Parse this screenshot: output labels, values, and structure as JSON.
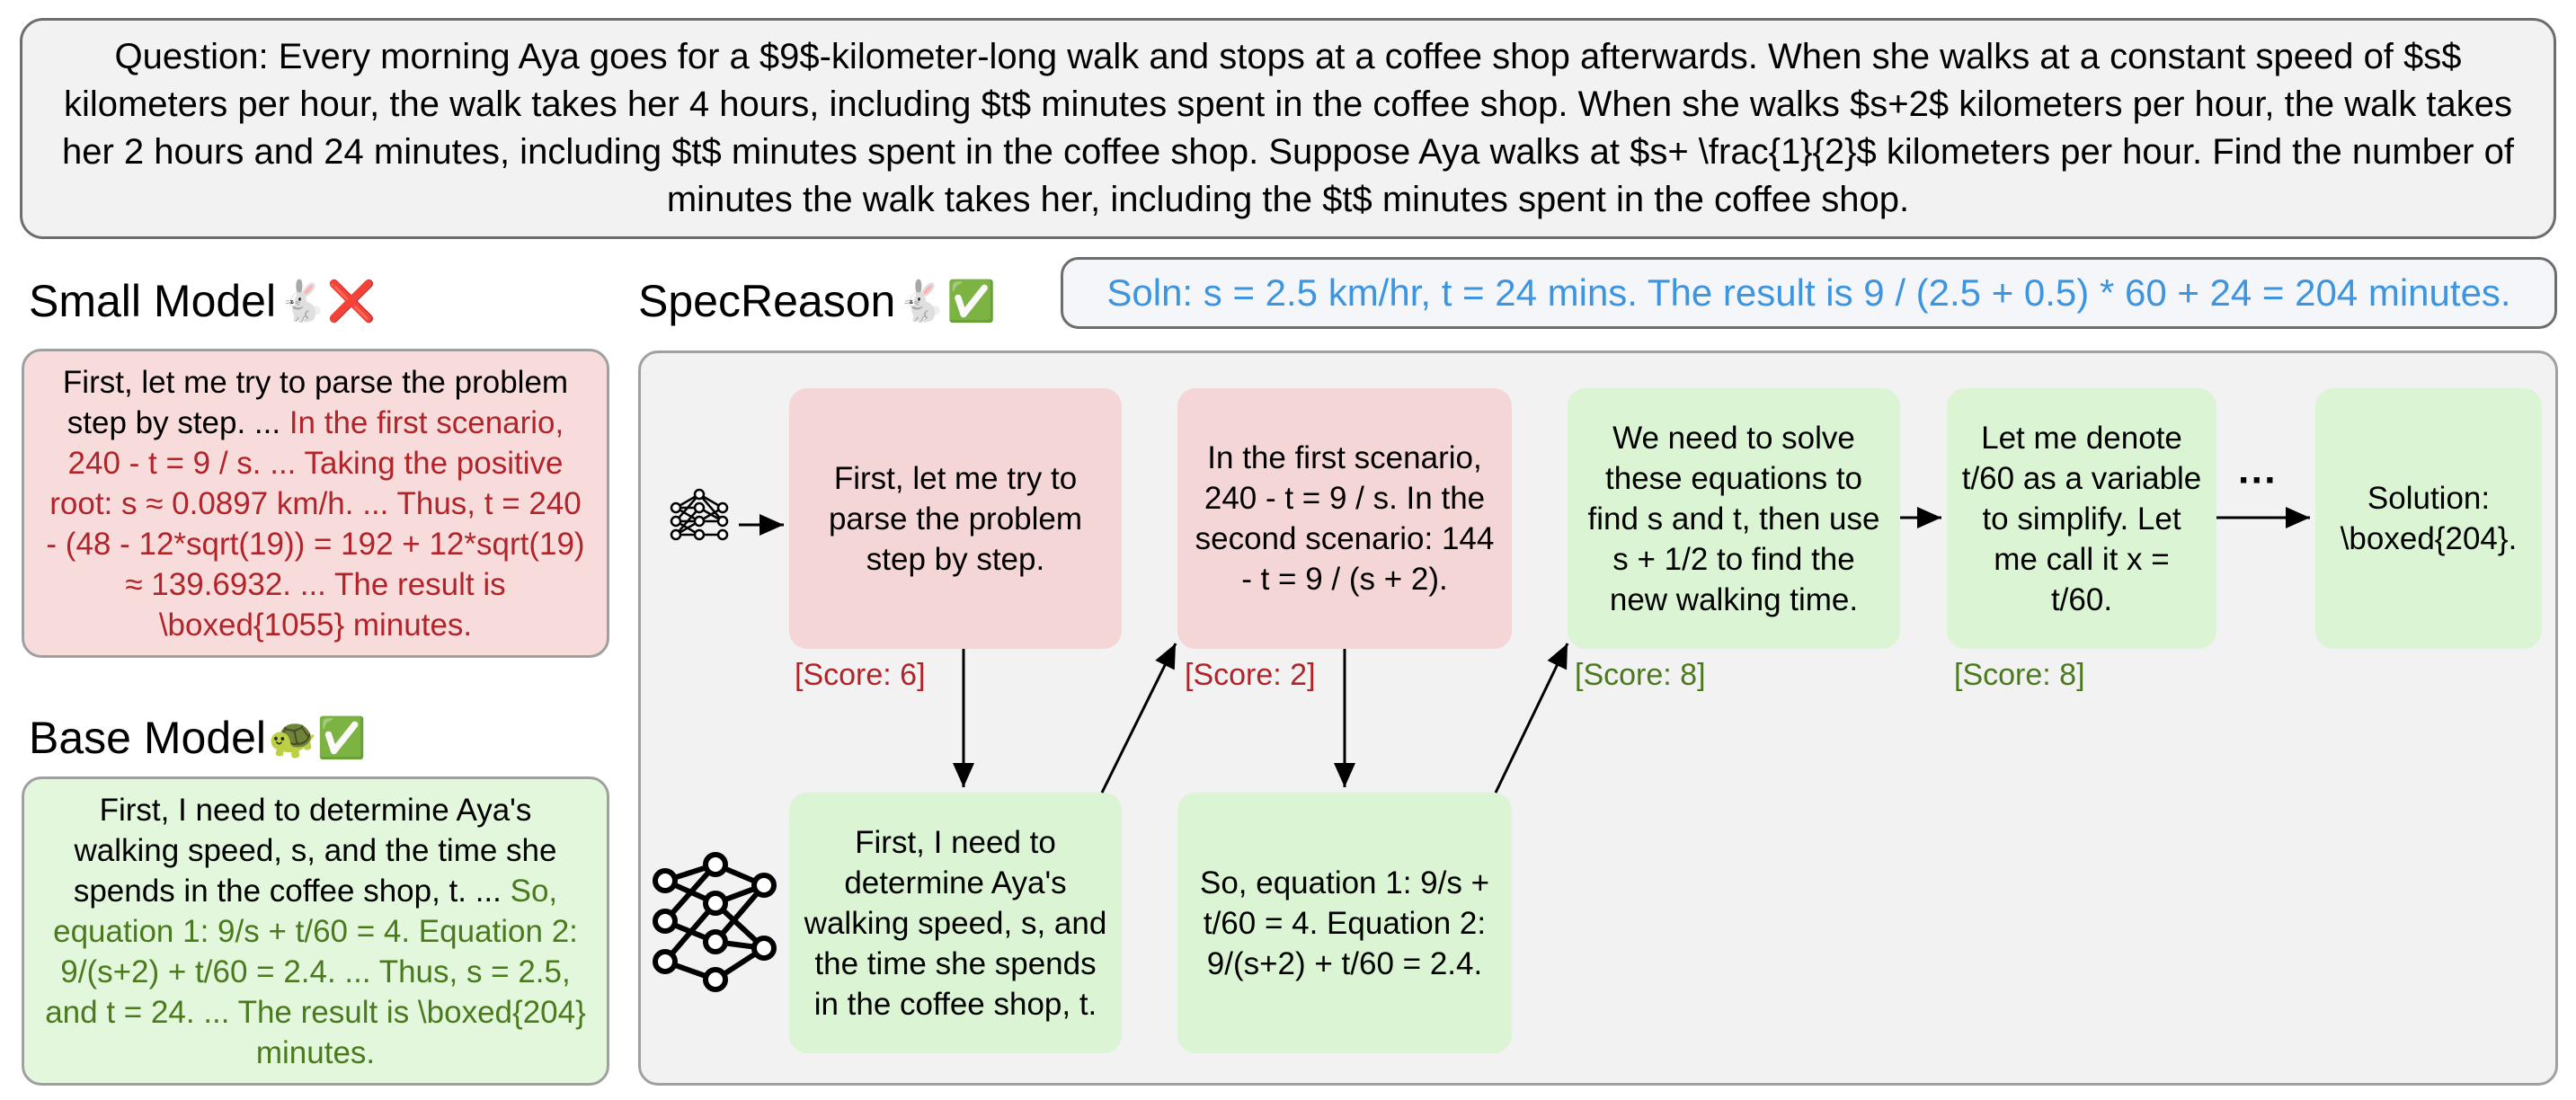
{
  "question": "Question: Every morning Aya goes for a $9$-kilometer-long walk and stops at a coffee shop afterwards. When she walks at a constant speed of $s$ kilometers per hour, the walk takes her 4 hours, including $t$ minutes spent in the coffee shop. When she walks $s+2$ kilometers per hour, the walk takes her 2 hours and 24 minutes, including $t$ minutes spent in the coffee shop. Suppose Aya walks at $s+ \\frac{1}{2}$ kilometers per hour. Find the number of minutes the walk takes her, including the $t$ minutes spent in the coffee shop.",
  "small_model": {
    "title": "Small Model",
    "emoji": "🐇❌",
    "text_plain": "First, let me try to parse the problem step by step. ... ",
    "text_highlight": "In the first scenario, 240 - t = 9 / s. ... Taking the positive root: s ≈ 0.0897 km/h. ... Thus, t = 240 - (48 - 12*sqrt(19)) = 192 + 12*sqrt(19) ≈ 139.6932. ... The result is \\boxed{1055} minutes."
  },
  "base_model": {
    "title": "Base Model",
    "emoji": "🐢✅",
    "text_plain": "First, I need to determine Aya's walking speed, s, and the time she spends in the coffee shop, t. ... ",
    "text_highlight": "So, equation 1: 9/s + t/60 = 4. Equation 2: 9/(s+2) + t/60 = 2.4. ... Thus, s = 2.5, and t = 24. ... The result is \\boxed{204} minutes."
  },
  "spec_reason": {
    "title": "SpecReason",
    "emoji": "🐇✅",
    "solution": "Soln: s = 2.5 km/hr, t = 24 mins. The result is 9 / (2.5 + 0.5) * 60 + 24 = 204 minutes.",
    "top_nodes": [
      {
        "text": "First, let me try to parse the problem step by step.",
        "score": "[Score: 6]"
      },
      {
        "text": "In the first scenario, 240 - t = 9 / s. In the second scenario: 144 - t = 9 / (s + 2).",
        "score": "[Score: 2]"
      },
      {
        "text": "We need to solve these equations to find s and t, then use s + 1/2 to find the new walking time.",
        "score": "[Score: 8]"
      },
      {
        "text": "Let me denote t/60 as a variable to simplify. Let me call it x = t/60.",
        "score": "[Score: 8]"
      },
      {
        "text": "Solution: \\boxed{204}."
      }
    ],
    "bottom_nodes": [
      {
        "text": "First, I need to determine Aya's walking speed, s, and the time she spends in the coffee shop, t."
      },
      {
        "text": "So, equation 1: 9/s + t/60 = 4. Equation 2: 9/(s+2) + t/60 = 2.4."
      }
    ],
    "ellipsis": "···"
  },
  "colors": {
    "red_text": "#b0242a",
    "green_text": "#4b7a1e",
    "solution_blue": "#3d95e0",
    "pink_node": "#f4d6d7",
    "green_node": "#dbf5d4"
  }
}
